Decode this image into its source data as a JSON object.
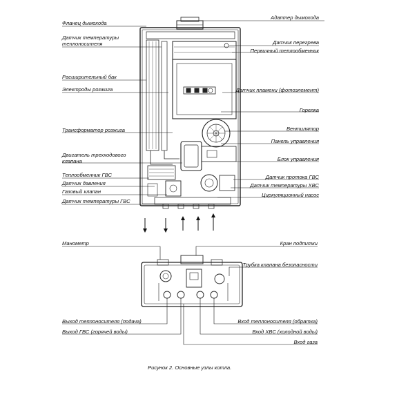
{
  "labels": {
    "flue_adapter": "Адаптер дымохода",
    "flue_flange": "Фланец дымохода",
    "coolant_temp_sensor": "Датчик температуры теплоносителя",
    "overheat_sensor": "Датчик перегрева",
    "primary_heat_exchanger": "Первичный теплообменник",
    "expansion_tank": "Расширительный бак",
    "ignition_electrodes": "Электроды розжига",
    "flame_sensor": "Датчик пламени (фотоэлемент)",
    "burner": "Горелка",
    "ignition_transformer": "Трансформатор розжига",
    "fan": "Вентилятор",
    "control_panel": "Панель управления",
    "three_way_valve_motor": "Двигатель трехходового клапана",
    "control_unit": "Блок управления",
    "dhw_heat_exchanger": "Теплообменник ГВС",
    "dhw_flow_sensor": "Датчик протока ГВС",
    "pressure_sensor": "Датчик давления",
    "dhw_temp_sensor_right": "Датчик температуры ХВС",
    "gas_valve": "Газовый клапан",
    "circulation_pump": "Циркуляционный насос",
    "dhw_temp_sensor": "Датчик температуры ГВС",
    "manometer": "Манометр",
    "fill_valve": "Кран подпитки",
    "safety_valve_tube": "Трубка клапана безопасности",
    "heating_flow_outlet": "Выход теплоносителя (подача)",
    "heating_return_inlet": "Вход теплоносителя (обратка)",
    "dhw_outlet": "Выход ГВС (горячей воды)",
    "cold_water_inlet": "Вход ХВС (холодной воды)",
    "gas_inlet": "Вход газа"
  },
  "caption": "Рисунок 2.  Основные узлы котла."
}
